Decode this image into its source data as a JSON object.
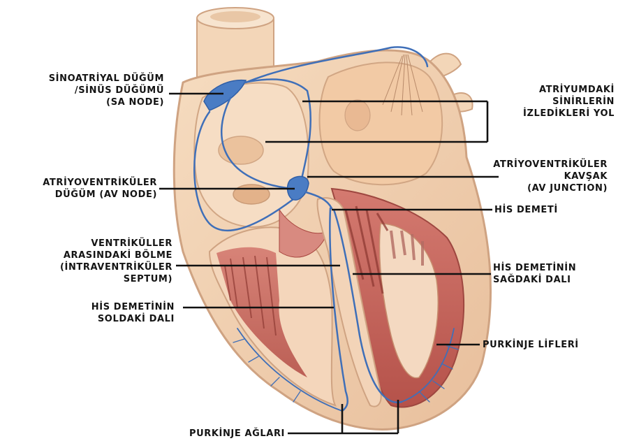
{
  "labels": {
    "sa_node": [
      "SİNOATRİYAL DÜĞÜM",
      "/SİNÜS DÜĞÜMÜ",
      "(SA NODE)"
    ],
    "atrial_pathways": [
      "ATRİYUMDAKİ",
      "SİNİRLERİN",
      "İZLEDİKLERİ YOL"
    ],
    "av_node": [
      "ATRİYOVENTRİKÜLER",
      "DÜĞÜM (AV NODE)"
    ],
    "av_junction": [
      "ATRİYOVENTRİKÜLER",
      "KAVŞAK",
      "(AV JUNCTION)"
    ],
    "his_bundle": [
      "HİS DEMETİ"
    ],
    "septum": [
      "VENTRİKÜLLER",
      "ARASINDAKİ BÖLME",
      "(İNTRAVENTRİKÜLER",
      "SEPTUM)"
    ],
    "right_bundle": [
      "HİS DEMETİNİN",
      "SAĞDAKİ DALI"
    ],
    "left_bundle": [
      "HİS DEMETİNİN",
      "SOLDAKİ DALI"
    ],
    "purkinje_fibers": [
      "PURKİNJE LİFLERİ"
    ],
    "purkinje_network": [
      "PURKİNJE AĞLARI"
    ]
  },
  "colors": {
    "heart_wall": "#f2d2b2",
    "heart_outline": "#cfa382",
    "muscle": "#c96a62",
    "muscle_dark": "#a8463f",
    "atrium_inner": "#f6dcc0",
    "conduction": "#3f6fb8",
    "leader": "#111111"
  }
}
